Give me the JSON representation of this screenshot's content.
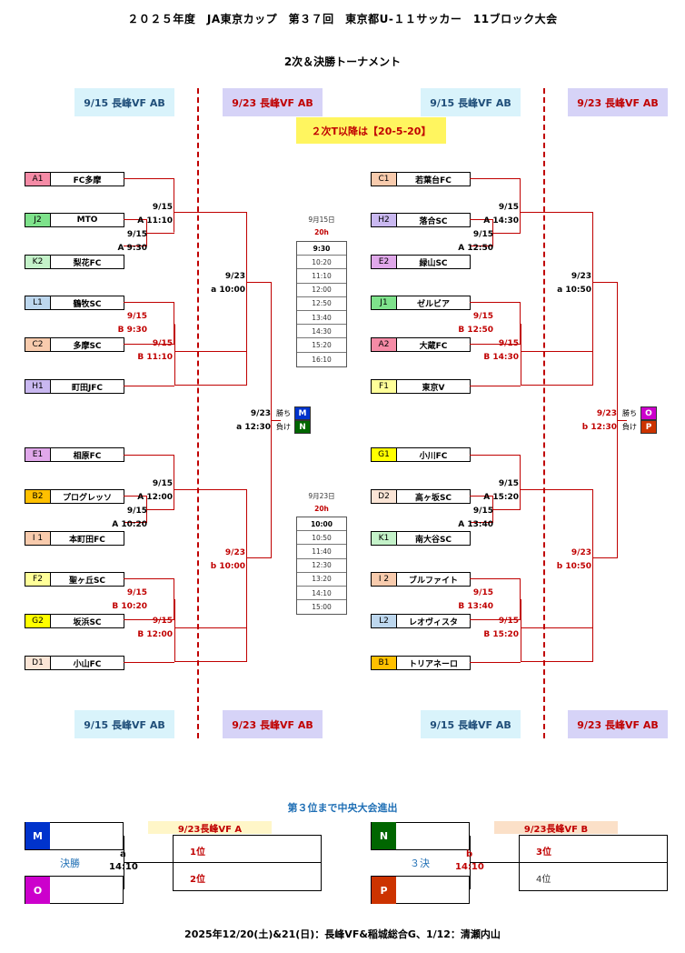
{
  "header": {
    "title": "２０２５年度　JA東京カップ　第３７回　東京都U-１１サッカー　11ブロック大会",
    "subtitle": "2次＆決勝トーナメント",
    "rule": "２次T以降は【20-5-20】"
  },
  "venues": {
    "top": [
      "9/15 長峰VF AB",
      "9/23 長峰VF AB",
      "9/15 長峰VF AB",
      "9/23 長峰VF AB"
    ],
    "bottom": [
      "9/15 長峰VF AB",
      "9/23 長峰VF AB",
      "9/15 長峰VF AB",
      "9/23 長峰VF AB"
    ]
  },
  "colors": {
    "red": "#c00000",
    "cyan_bg": "#d9f3fb",
    "lavender_bg": "#d6d3f7",
    "yellow": "#fff55f",
    "M": "#0033cc",
    "N": "#006600",
    "O": "#cc00cc",
    "P": "#cc3300"
  },
  "left_teams": [
    {
      "code": "A1",
      "name": "FC多摩",
      "color": "#f58ba6"
    },
    {
      "code": "J2",
      "name": "MTO",
      "color": "#7ee28b"
    },
    {
      "code": "K2",
      "name": "梨花FC",
      "color": "#c4f2c9"
    },
    {
      "code": "L1",
      "name": "鶴牧SC",
      "color": "#bdd7ee"
    },
    {
      "code": "C2",
      "name": "多摩SC",
      "color": "#f8cbad"
    },
    {
      "code": "H1",
      "name": "町田JFC",
      "color": "#c9b8f0"
    },
    {
      "code": "E1",
      "name": "相原FC",
      "color": "#e0a8ea"
    },
    {
      "code": "B2",
      "name": "プログレッソ",
      "color": "#ffc000"
    },
    {
      "code": "I 1",
      "name": "本町田FC",
      "color": "#f8cbad"
    },
    {
      "code": "F2",
      "name": "聖ヶ丘SC",
      "color": "#ffff99"
    },
    {
      "code": "G2",
      "name": "坂浜SC",
      "color": "#ffff00"
    },
    {
      "code": "D1",
      "name": "小山FC",
      "color": "#fbe5d6"
    }
  ],
  "right_teams": [
    {
      "code": "C1",
      "name": "若葉台FC",
      "color": "#f8cbad"
    },
    {
      "code": "H2",
      "name": "落合SC",
      "color": "#c9b8f0"
    },
    {
      "code": "E2",
      "name": "緑山SC",
      "color": "#e0a8ea"
    },
    {
      "code": "J1",
      "name": "ゼルビア",
      "color": "#7ee28b"
    },
    {
      "code": "A2",
      "name": "大蔵FC",
      "color": "#f58ba6"
    },
    {
      "code": "F1",
      "name": "東京V",
      "color": "#ffff99"
    },
    {
      "code": "G1",
      "name": "小川FC",
      "color": "#ffff00"
    },
    {
      "code": "D2",
      "name": "高ヶ坂SC",
      "color": "#fbe5d6"
    },
    {
      "code": "K1",
      "name": "南大谷SC",
      "color": "#c4f2c9"
    },
    {
      "code": "I 2",
      "name": "ブルファイト",
      "color": "#f8cbad"
    },
    {
      "code": "L2",
      "name": "レオヴィスタ",
      "color": "#bdd7ee"
    },
    {
      "code": "B1",
      "name": "トリアネーロ",
      "color": "#ffc000"
    }
  ],
  "left_labels": {
    "r1a": [
      "9/15",
      "A 11:10"
    ],
    "r0a": [
      "9/15",
      "A  9:30"
    ],
    "r0b": [
      "9/15",
      "B  9:30"
    ],
    "r1b": [
      "9/15",
      "B 11:10"
    ],
    "r2a": [
      "9/23",
      "a 10:00"
    ],
    "r1c": [
      "9/15",
      "A 12:00"
    ],
    "r0c": [
      "9/15",
      "A  10:20"
    ],
    "r0d": [
      "9/15",
      "B  10:20"
    ],
    "r1d": [
      "9/15",
      "B 12:00"
    ],
    "r2b": [
      "9/23",
      "b 10:00"
    ],
    "r3": [
      "9/23",
      "a 12:30"
    ]
  },
  "right_labels": {
    "r1a": [
      "9/15",
      "A 14:30"
    ],
    "r0a": [
      "9/15",
      "A  12:50"
    ],
    "r0b": [
      "9/15",
      "B  12:50"
    ],
    "r1b": [
      "9/15",
      "B 14:30"
    ],
    "r2a": [
      "9/23",
      "a 10:50"
    ],
    "r1c": [
      "9/15",
      "A 15:20"
    ],
    "r0c": [
      "9/15",
      "A  13:40"
    ],
    "r0d": [
      "9/15",
      "B  13:40"
    ],
    "r1d": [
      "9/15",
      "B 15:20"
    ],
    "r2b": [
      "9/23",
      "b 10:50"
    ],
    "r3": [
      "9/23",
      "b 12:30"
    ]
  },
  "results": {
    "win": "勝ち",
    "lose": "負け",
    "left": [
      "M",
      "N"
    ],
    "right": [
      "O",
      "P"
    ]
  },
  "schedule1": {
    "date": "9月15日",
    "sub": "20h",
    "times": [
      "9:30",
      "10:20",
      "11:10",
      "12:00",
      "12:50",
      "13:40",
      "14:30",
      "15:20",
      "16:10"
    ]
  },
  "schedule2": {
    "date": "9月23日",
    "sub": "20h",
    "times": [
      "10:00",
      "10:50",
      "11:40",
      "12:30",
      "13:20",
      "14:10",
      "15:00"
    ]
  },
  "finals": {
    "heading": "第３位まで中央大会進出",
    "final": {
      "label": "決勝",
      "slot": "a",
      "time": "14:10",
      "venue": "9/23長峰VF A",
      "ranks": [
        "1位",
        "2位"
      ],
      "teams": [
        "M",
        "O"
      ]
    },
    "third": {
      "label": "３決",
      "slot": "b",
      "time": "14:10",
      "venue": "9/23長峰VF B",
      "ranks": [
        "3位",
        "4位"
      ],
      "teams": [
        "N",
        "P"
      ]
    }
  },
  "footer": "2025年12/20(土)&21(日)：長峰VF&稲城総合G、1/12：清瀬内山"
}
